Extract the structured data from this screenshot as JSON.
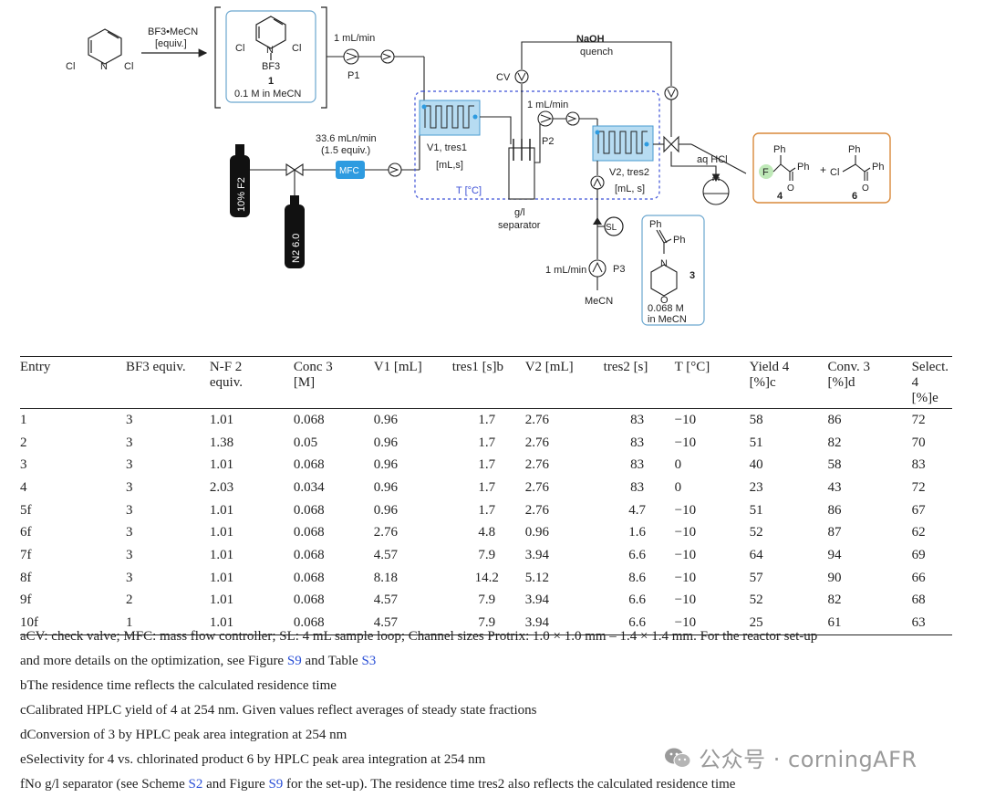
{
  "scheme": {
    "reagent_top": "BF3•MeCN",
    "reagent_equiv": "[equiv.]",
    "cl": "Cl",
    "n": "N",
    "bf3": "BF3",
    "compound1_number": "1",
    "compound1_conc": "0.1 M in MeCN",
    "flow_top": "1 mL/min",
    "p1": "P1",
    "f2_cyl": "10% F2",
    "n2_cyl": "N2 6.0",
    "gas_flow": "33.6 mLn/min",
    "gas_equiv": "(1.5 equiv.)",
    "mfc": "MFC",
    "v1_label": "V1, tres1",
    "v1_unit": "[mL,s]",
    "temp": "T [°C]",
    "separator1": "g/l",
    "separator2": "separator",
    "cv": "CV",
    "quench1": "NaOH",
    "quench2": "quench",
    "flow_mid": "1 mL/min",
    "p2": "P2",
    "v2_label": "V2, tres2",
    "v2_unit": "[mL, s]",
    "aq_hcl": "aq HCl",
    "sl": "SL",
    "ph": "Ph",
    "compound3_number": "3",
    "compound3_conc1": "0.068 M",
    "compound3_conc2": "in MeCN",
    "flow_bottom": "1 mL/min",
    "p3": "P3",
    "mecn": "MeCN",
    "f": "F",
    "plus": "+",
    "o": "O",
    "product4": "4",
    "product6": "6",
    "colors": {
      "reactor": "#b7dcf2",
      "mfc": "#2e9be0",
      "dashed": "#3b4fd6",
      "product_box": "#d9893a",
      "fluorine": "#bfe9b8"
    }
  },
  "table": {
    "headers": [
      {
        "a": "Entry",
        "b": ""
      },
      {
        "a": "BF3 equiv.",
        "b": ""
      },
      {
        "a": "N-F 2",
        "b": "equiv."
      },
      {
        "a": "Conc 3",
        "b": "[M]"
      },
      {
        "a": "V1 [mL]",
        "b": ""
      },
      {
        "a": "tres1 [s]b",
        "b": ""
      },
      {
        "a": "V2 [mL]",
        "b": ""
      },
      {
        "a": "tres2 [s]",
        "b": ""
      },
      {
        "a": "T [°C]",
        "b": ""
      },
      {
        "a": "Yield 4",
        "b": "[%]c"
      },
      {
        "a": "Conv. 3",
        "b": "[%]d"
      },
      {
        "a": "Select. 4",
        "b": "[%]e"
      }
    ],
    "rows": [
      [
        "1",
        "3",
        "1.01",
        "0.068",
        "0.96",
        "1.7",
        "2.76",
        "83",
        "−10",
        "58",
        "86",
        "72"
      ],
      [
        "2",
        "3",
        "1.38",
        "0.05",
        "0.96",
        "1.7",
        "2.76",
        "83",
        "−10",
        "51",
        "82",
        "70"
      ],
      [
        "3",
        "3",
        "1.01",
        "0.068",
        "0.96",
        "1.7",
        "2.76",
        "83",
        "0",
        "40",
        "58",
        "83"
      ],
      [
        "4",
        "3",
        "2.03",
        "0.034",
        "0.96",
        "1.7",
        "2.76",
        "83",
        "0",
        "23",
        "43",
        "72"
      ],
      [
        "5f",
        "3",
        "1.01",
        "0.068",
        "0.96",
        "1.7",
        "2.76",
        "4.7",
        "−10",
        "51",
        "86",
        "67"
      ],
      [
        "6f",
        "3",
        "1.01",
        "0.068",
        "2.76",
        "4.8",
        "0.96",
        "1.6",
        "−10",
        "52",
        "87",
        "62"
      ],
      [
        "7f",
        "3",
        "1.01",
        "0.068",
        "4.57",
        "7.9",
        "3.94",
        "6.6",
        "−10",
        "64",
        "94",
        "69"
      ],
      [
        "8f",
        "3",
        "1.01",
        "0.068",
        "8.18",
        "14.2",
        "5.12",
        "8.6",
        "−10",
        "57",
        "90",
        "66"
      ],
      [
        "9f",
        "2",
        "1.01",
        "0.068",
        "4.57",
        "7.9",
        "3.94",
        "6.6",
        "−10",
        "52",
        "82",
        "68"
      ],
      [
        "10f",
        "1",
        "1.01",
        "0.068",
        "4.57",
        "7.9",
        "3.94",
        "6.6",
        "−10",
        "25",
        "61",
        "63"
      ]
    ]
  },
  "footnotes": {
    "a": "aCV: check valve; MFC: mass flow controller; SL: 4 mL sample loop; Channel sizes Protrix: 1.0 × 1.0 mm – 1.4 × 1.4 mm. For the reactor set-up",
    "a2_pre": "and more details on the optimization, see Figure",
    "a2_fig": "S9",
    "a2_mid": "and Table",
    "a2_tab": "S3",
    "b": "bThe residence time reflects the calculated residence time",
    "c": "cCalibrated HPLC yield of 4 at 254 nm. Given values reflect averages of steady state fractions",
    "d": "dConversion of 3 by HPLC peak area integration at 254 nm",
    "e": "eSelectivity for 4 vs. chlorinated product 6 by HPLC peak area integration at 254 nm",
    "f_pre": "fNo g/l separator (see Scheme",
    "f_scheme": "S2",
    "f_mid": "and Figure",
    "f_fig": "S9",
    "f_post": "for the set-up). The residence time tres2 also reflects the calculated residence time"
  },
  "watermark": {
    "text": "公众号 · corningAFR",
    "icon": "wechat-icon"
  }
}
